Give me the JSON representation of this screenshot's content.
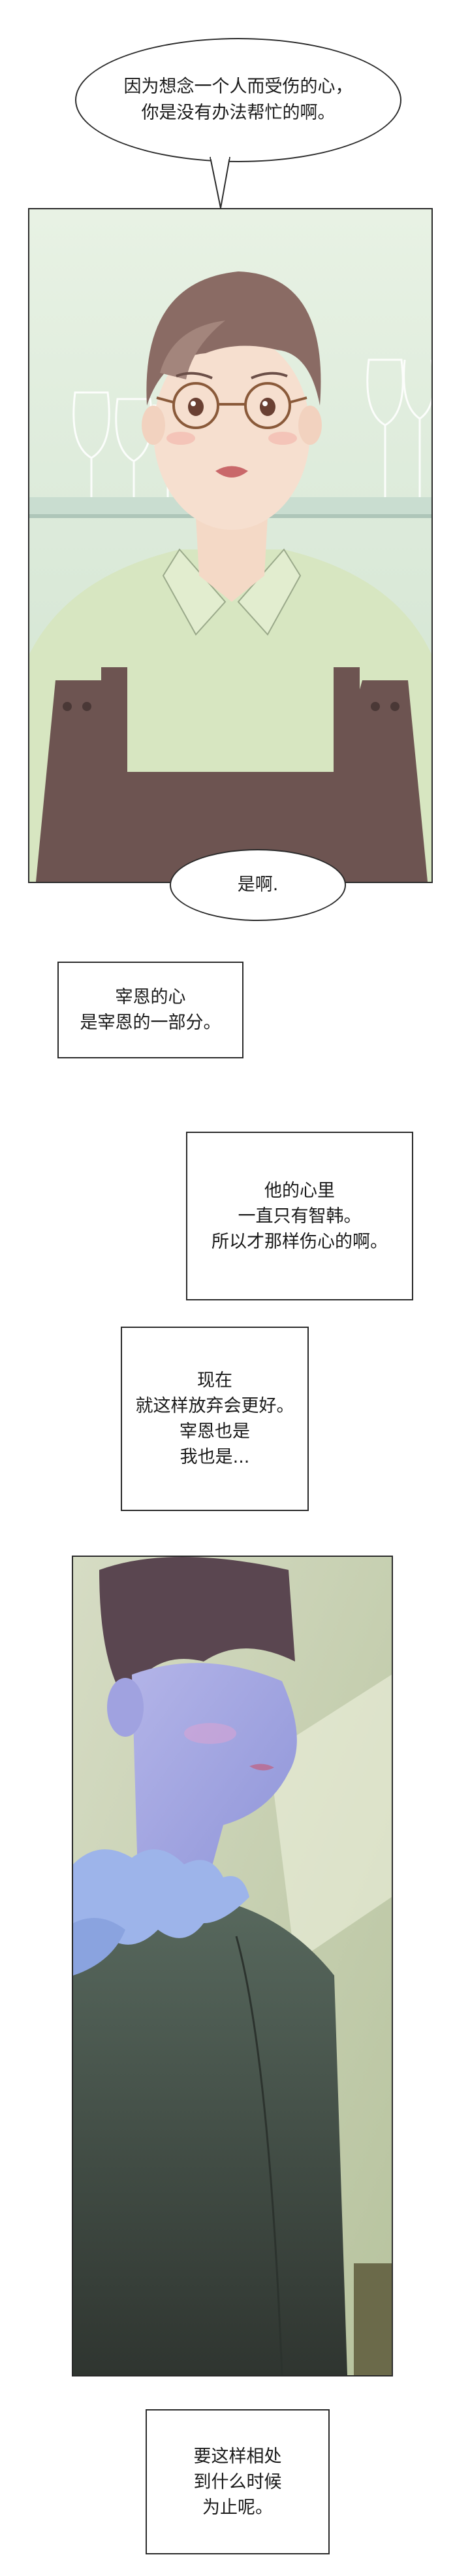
{
  "bubble_1": {
    "text": "因为想念一个人而受伤的心，\n你是没有办法帮忙的啊。"
  },
  "bubble_2": {
    "text": "是啊."
  },
  "caption_1": {
    "text": "宰恩的心\n是宰恩的一部分。"
  },
  "caption_2": {
    "text": "他的心里\n一直只有智韩。\n所以才那样伤心的啊。"
  },
  "caption_3": {
    "text": "现在\n就这样放弃会更好。\n宰恩也是\n我也是..."
  },
  "caption_4": {
    "text": "要这样相处\n到什么时候\n为止呢。"
  },
  "colors": {
    "panel1_bg": "#dcebdc",
    "shirt": "#d7e6c1",
    "apron": "#6d5451",
    "hair": "#8a6b64",
    "panel2_bg": "#c6d2b2",
    "coat": "#4a5a52",
    "collar": "#9db4ea",
    "hair_dark": "#5a4650"
  }
}
